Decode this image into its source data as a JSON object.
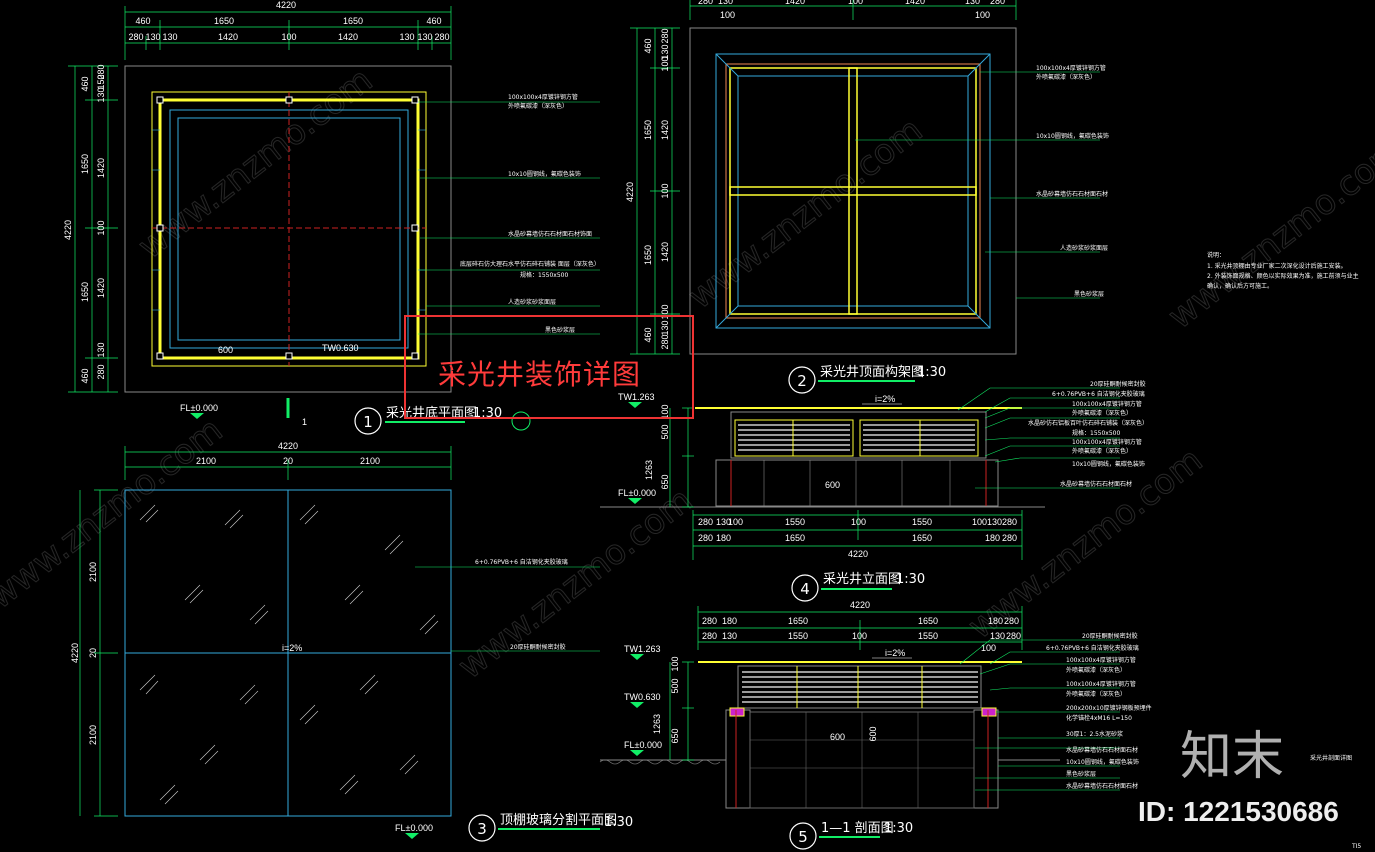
{
  "banner": {
    "title": "采光井装饰详图"
  },
  "brand": {
    "logo_text": "知末",
    "id_text": "ID: 1221530686"
  },
  "drawing1": {
    "no": "1",
    "title": "采光井底平面图",
    "scale": "1:30",
    "top_dims_row1": [
      "4220"
    ],
    "top_dims_row2": [
      "460",
      "1650",
      "1650",
      "460"
    ],
    "top_dims_row3": [
      "280",
      "130",
      "130",
      "1420",
      "100",
      "1420",
      "130",
      "130",
      "280"
    ],
    "left_dims_total": "4220",
    "left_dims_row2": [
      "460",
      "1650",
      "1650",
      "460"
    ],
    "left_dims_row3": [
      "130",
      "150",
      "280",
      "1420",
      "100",
      "1420",
      "280",
      "130"
    ],
    "notes": [
      "100x100x4厚镀锌钢方管",
      "外喷氟碳漆（深灰色）",
      "10x10圆钢线，氟碳色装饰",
      "水晶砂幕墙仿石石材面石材饰面",
      "底层碎石仿大理石水平仿石碎石铺装 面层（深灰色）",
      "规格：1550x500",
      "人造砂浆砂浆面层",
      "黑色砂浆层"
    ],
    "label_600": "600",
    "label_tw": "TW0.630",
    "fl": "FL±0.000",
    "section_mark": "1"
  },
  "drawing2": {
    "no": "2",
    "title": "采光井顶面构架图",
    "scale": "1:30",
    "top_dims": [
      "280",
      "130",
      "1420",
      "100",
      "1420",
      "130",
      "280"
    ],
    "top_dims_b": [
      "100",
      "100"
    ],
    "left_dims_total": "4220",
    "left_dims": [
      "460",
      "1650",
      "1650",
      "460"
    ],
    "left_dims_b": [
      "280",
      "130",
      "100",
      "1420",
      "100",
      "1420",
      "100",
      "130",
      "280"
    ],
    "notes": [
      "100x100x4厚镀锌钢方管",
      "外喷氟碳漆（深灰色）",
      "10x10圆钢线，氟碳色装饰",
      "水晶砂幕墙仿石石材面石材",
      "人造砂浆砂浆面层",
      "黑色砂浆层"
    ]
  },
  "general_notes": {
    "heading": "说明：",
    "lines": [
      "1. 采光井顶棚由专业厂家二次深化设计后施工安装。",
      "2. 外装饰面规格、颜色以实际效果为准，施工前须与业主",
      "确认，确认后方可施工。"
    ]
  },
  "drawing3": {
    "no": "3",
    "title": "顶棚玻璃分割平面图",
    "scale": "1:30",
    "top_total": "4220",
    "top_dims": [
      "2100",
      "20",
      "2100"
    ],
    "left_total": "4220",
    "left_dims": [
      "2100",
      "20",
      "2100"
    ],
    "notes": [
      "6+0.76PVB+6 自洁钢化夹胶玻璃",
      "20厚硅酮耐候密封胶"
    ],
    "slope": "i=2%",
    "fl": "FL±0.000"
  },
  "drawing4": {
    "no": "4",
    "title": "采光井立面图",
    "scale": "1:30",
    "bottom_dims_a": [
      "280",
      "130",
      "100",
      "1550",
      "100",
      "1550",
      "100",
      "130",
      "280"
    ],
    "bottom_dims_b": [
      "280",
      "180",
      "1650",
      "1650",
      "180",
      "280"
    ],
    "bottom_total": "4220",
    "left_dims": [
      "500",
      "100",
      "1263",
      "650"
    ],
    "tw": "TW1.263",
    "fl": "FL±0.000",
    "slope": "i=2%",
    "label_600": "600",
    "notes": [
      "20厚硅酮耐候密封胶",
      "6+0.76PVB+6 自洁钢化夹胶玻璃",
      "100x100x4厚镀锌钢方管",
      "外喷氟碳漆（深灰色）",
      "水晶砂仿石铝板百叶仿石碎石铺装（深灰色）",
      "规格：1550x500",
      "100x100x4厚镀锌钢方管",
      "外喷氟碳漆（深灰色）",
      "10x10圆钢线，氟碳色装饰",
      "水晶砂幕墙仿石石材面石材"
    ]
  },
  "drawing5": {
    "no": "5",
    "title": "1—1 剖面图",
    "scale": "1:30",
    "top_total": "4220",
    "top_dims_a": [
      "280",
      "180",
      "1650",
      "1650",
      "180",
      "280"
    ],
    "top_dims_b": [
      "280",
      "130",
      "1550",
      "100",
      "1550",
      "130",
      "280"
    ],
    "left_dims": [
      "500",
      "100",
      "1263",
      "650"
    ],
    "tw_a": "TW1.263",
    "tw_b": "TW0.630",
    "fl": "FL±0.000",
    "slope": "i=2%",
    "label_600": "600",
    "label_600b": "600",
    "label_100": "100",
    "notes": [
      "20厚硅酮耐候密封胶",
      "6+0.76PVB+6 自洁钢化夹胶玻璃",
      "100x100x4厚镀锌钢方管",
      "外喷氟碳漆（深灰色）",
      "100x100x4厚镀锌钢方管",
      "外喷氟碳漆（深灰色）",
      "200x200x10厚镀锌钢板预埋件",
      "化学锚栓4xM16 L=150",
      "30厚1：2.5水泥砂浆",
      "水晶砂幕墙仿石石材面石材",
      "10x10圆钢线，氟碳色装饰",
      "黑色砂浆层",
      "水晶砂幕墙仿石石材面石材"
    ],
    "side_label": "采光井剖面详图"
  },
  "corner": "TI5"
}
